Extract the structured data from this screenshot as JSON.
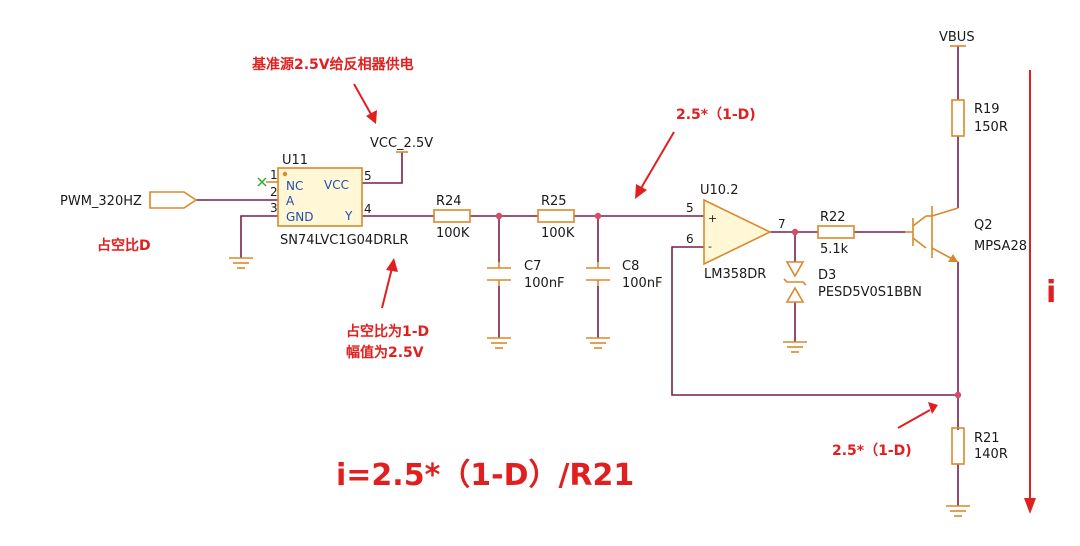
{
  "notes": {
    "ref_supply": "基准源2.5V给反相器供电",
    "duty_d": "占空比D",
    "duty_inv_1": "占空比为1-D",
    "duty_inv_2": "幅值为2.5V",
    "mid_voltage": "2.5*（1-D)",
    "r21_voltage": "2.5*（1-D)",
    "formula": "i=2.5*（1-D）/R21",
    "current": "i"
  },
  "nets": {
    "pwm": "PWM_320HZ",
    "vcc": "VCC_2.5V",
    "vbus": "VBUS"
  },
  "u11": {
    "ref": "U11",
    "part": "SN74LVC1G04DRLR",
    "pin_nc": "NC",
    "pin_a": "A",
    "pin_gnd": "GND",
    "pin_vcc": "VCC",
    "pin_y": "Y",
    "pin1": "1",
    "pin2": "2",
    "pin3": "3",
    "pin4": "4",
    "pin5": "5"
  },
  "r24": {
    "ref": "R24",
    "value": "100K"
  },
  "r25": {
    "ref": "R25",
    "value": "100K"
  },
  "c7": {
    "ref": "C7",
    "value": "100nF"
  },
  "c8": {
    "ref": "C8",
    "value": "100nF"
  },
  "u10": {
    "ref": "U10.2",
    "part": "LM358DR",
    "pin5": "5",
    "pin6": "6",
    "pin7": "7",
    "plus": "+",
    "minus": "-"
  },
  "r22": {
    "ref": "R22",
    "value": "5.1k"
  },
  "d3": {
    "ref": "D3",
    "value": "PESD5V0S1BBN"
  },
  "q2": {
    "ref": "Q2",
    "value": "MPSA28"
  },
  "r19": {
    "ref": "R19",
    "value": "150R"
  },
  "r21": {
    "ref": "R21",
    "value": "140R"
  }
}
